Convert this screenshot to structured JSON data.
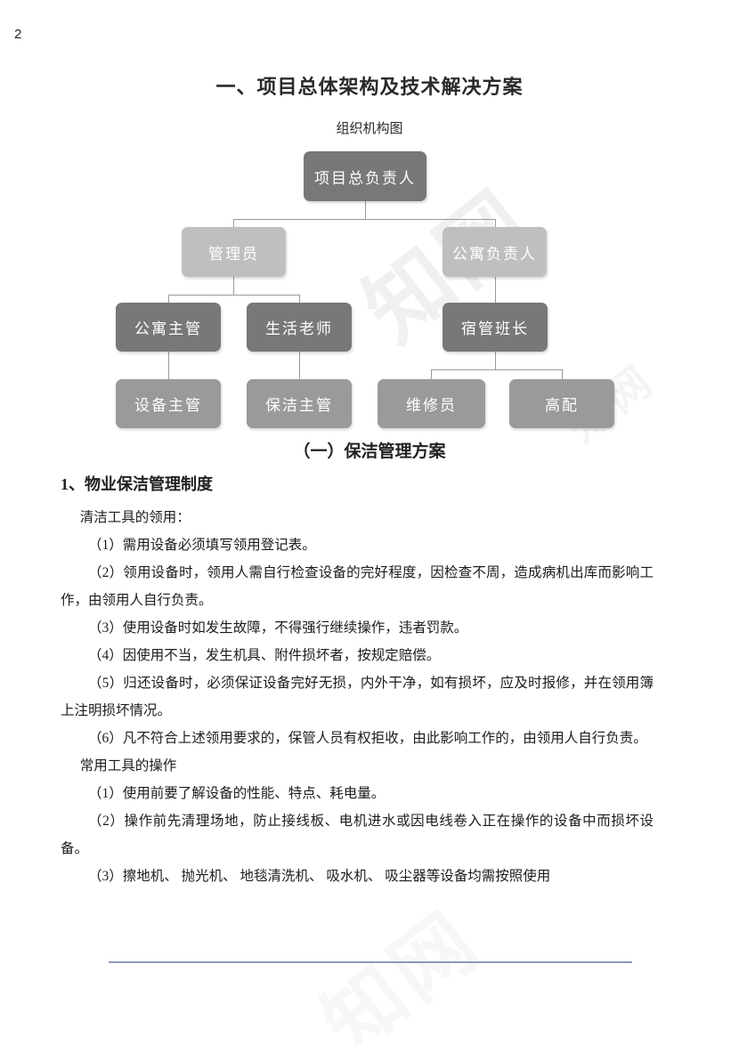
{
  "page": {
    "number": "2",
    "title": "一、项目总体架构及技术解决方案",
    "chart_caption": "组织机构图",
    "watermark": "知网",
    "section_heading": "（一）保洁管理方案",
    "numbered_heading": "1、物业保洁管理制度"
  },
  "chart_data": {
    "type": "diagram",
    "title": "组织机构图",
    "nodes": [
      {
        "id": "n1",
        "label": "项目总负责人",
        "level": 1,
        "color": "#787878"
      },
      {
        "id": "n2",
        "label": "管理员",
        "level": 2,
        "color": "#bfbfbf"
      },
      {
        "id": "n3",
        "label": "公寓负责人",
        "level": 2,
        "color": "#bfbfbf"
      },
      {
        "id": "n4",
        "label": "公寓主管",
        "level": 3,
        "color": "#787878"
      },
      {
        "id": "n5",
        "label": "生活老师",
        "level": 3,
        "color": "#787878"
      },
      {
        "id": "n6",
        "label": "宿管班长",
        "level": 3,
        "color": "#787878"
      },
      {
        "id": "n7",
        "label": "设备主管",
        "level": 4,
        "color": "#9a9a9a"
      },
      {
        "id": "n8",
        "label": "保洁主管",
        "level": 4,
        "color": "#9a9a9a"
      },
      {
        "id": "n9",
        "label": "维修员",
        "level": 4,
        "color": "#9a9a9a"
      },
      {
        "id": "n10",
        "label": "高配",
        "level": 4,
        "color": "#9a9a9a"
      }
    ],
    "edges": [
      {
        "from": "n1",
        "to": "n2"
      },
      {
        "from": "n1",
        "to": "n3"
      },
      {
        "from": "n2",
        "to": "n4"
      },
      {
        "from": "n2",
        "to": "n5"
      },
      {
        "from": "n3",
        "to": "n6"
      },
      {
        "from": "n4",
        "to": "n7"
      },
      {
        "from": "n5",
        "to": "n8"
      },
      {
        "from": "n6",
        "to": "n9"
      },
      {
        "from": "n6",
        "to": "n10"
      }
    ]
  },
  "body": {
    "lead": "清洁工具的领用：",
    "paragraphs": [
      "（1）需用设备必须填写领用登记表。",
      "（2）领用设备时，领用人需自行检查设备的完好程度，因检查不周，造成病机出库而影响工作，由领用人自行负责。",
      "（3）使用设备时如发生故障，不得强行继续操作，违者罚款。",
      "（4）因使用不当，发生机具、附件损坏者，按规定赔偿。",
      "（5）归还设备时，必须保证设备完好无损，内外干净，如有损坏，应及时报修，并在领用簿上注明损坏情况。",
      "（6）凡不符合上述领用要求的，保管人员有权拒收，由此影响工作的，由领用人自行负责。"
    ],
    "lead2": "常用工具的操作",
    "paragraphs2": [
      "（1）使用前要了解设备的性能、特点、耗电量。",
      "（2）操作前先清理场地，防止接线板、电机进水或因电线卷入正在操作的设备中而损坏设备。",
      "（3）擦地机、 抛光机、 地毯清洗机、 吸水机、 吸尘器等设备均需按照使用"
    ]
  }
}
